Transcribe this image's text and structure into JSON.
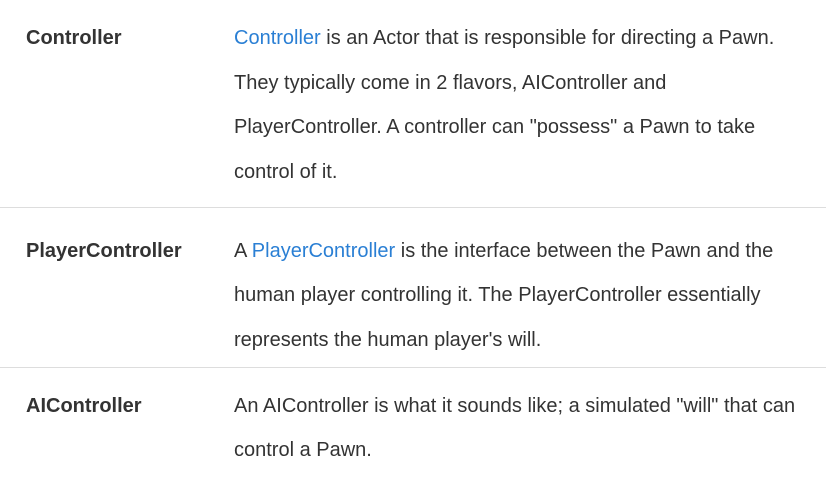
{
  "rows": [
    {
      "term": "Controller",
      "link_text": "Controller",
      "desc_before": "",
      "desc_after": " is an Actor that is responsible for directing a Pawn. They typically come in 2 flavors, AIController and PlayerController. A controller can \"possess\" a Pawn to take control of it."
    },
    {
      "term": "PlayerController",
      "link_text": "PlayerController",
      "desc_before": "A ",
      "desc_after": " is the interface between the Pawn and the human player controlling it. The PlayerController essentially represents the human player's will."
    },
    {
      "term": "AIController",
      "desc": "An AIController is what it sounds like; a simulated \"will\" that can control a Pawn."
    }
  ],
  "colors": {
    "text": "#333333",
    "link": "#2a7fd4",
    "divider": "#dddddd"
  }
}
